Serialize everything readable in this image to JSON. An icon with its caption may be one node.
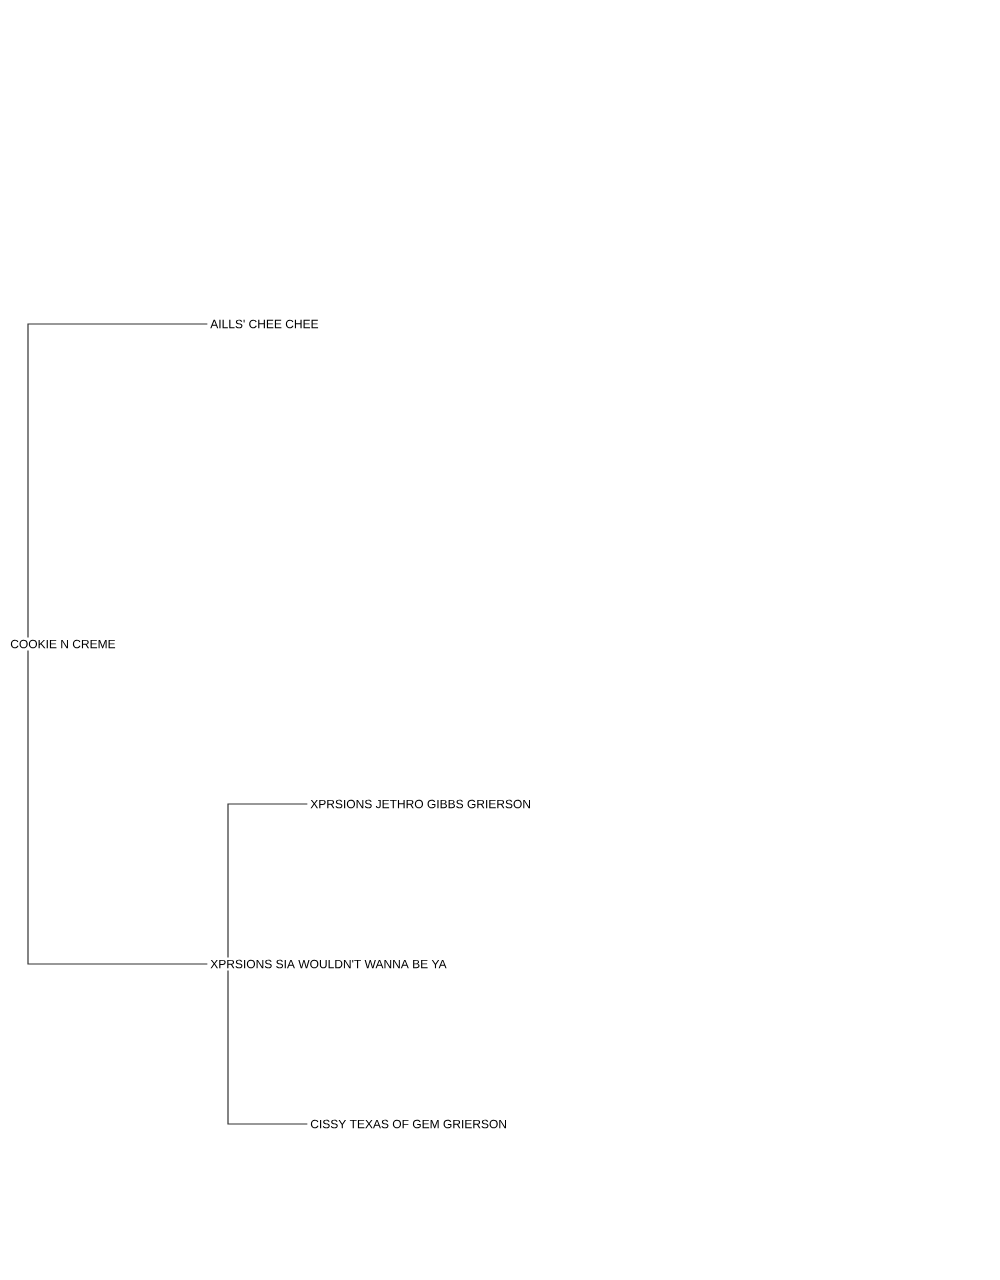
{
  "diagram": {
    "nodes": [
      {
        "text": [
          "COOKIE N CREME"
        ]
      },
      {
        "text": [
          "AILLS' CHEE CHEE"
        ]
      },
      {
        "text": [
          "XPRSIONS SIA WOULDN'T WANNA BE YA"
        ]
      },
      {
        "text": [
          "XPRSIONS JETHRO GIBBS GRIERSON"
        ]
      },
      {
        "text": [
          "CISSY TEXAS OF GEM GRIERSON"
        ]
      }
    ],
    "edges": [
      {
        "from": 0,
        "to": 1,
        "arrow": "none"
      },
      {
        "from": 0,
        "to": 2,
        "arrow": "none"
      },
      {
        "from": 2,
        "to": 3,
        "arrow": "none"
      },
      {
        "from": 2,
        "to": 4,
        "arrow": "none"
      }
    ]
  }
}
